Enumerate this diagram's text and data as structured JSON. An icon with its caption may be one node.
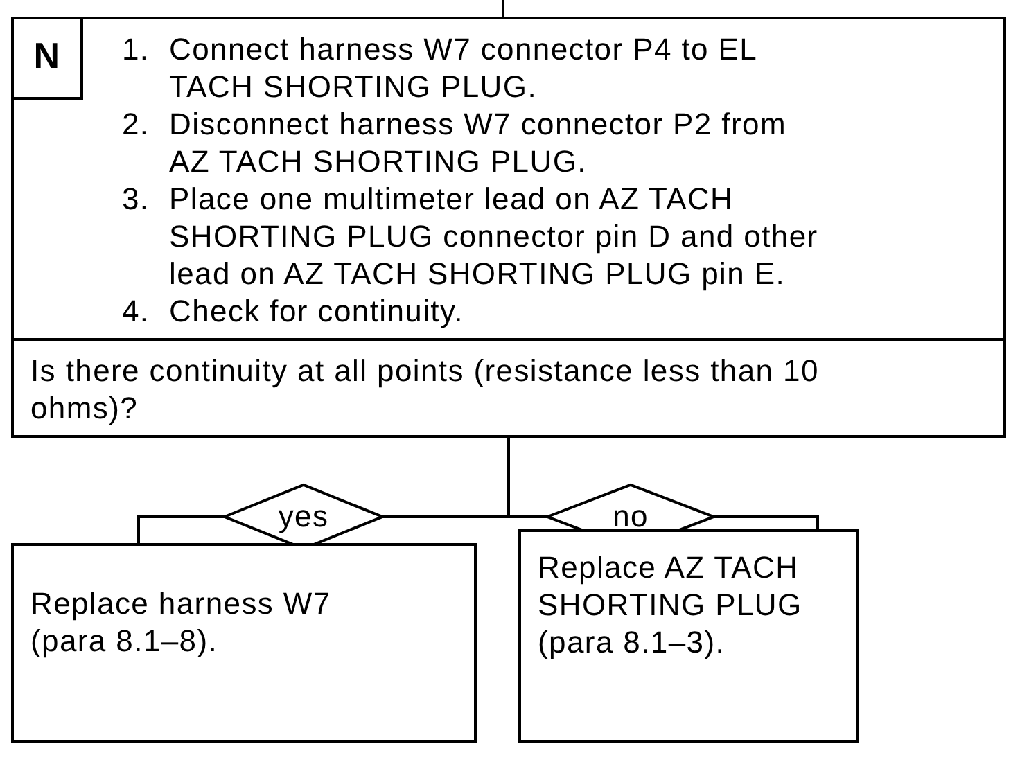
{
  "diagram": {
    "nodes": [
      {
        "text": [
          "1.",
          "Connect harness W7 connector P4 to EL TACH SHORTING PLUG.",
          "2.",
          "Disconnect harness W7 connector P2 from AZ TACH SHORTING PLUG.",
          "3.",
          "Place one multimeter lead on AZ TACH SHORTING PLUG connector pin D and other lead on AZ TACH SHORTING PLUG pin E.",
          "4.",
          "Check for continuity."
        ]
      },
      {
        "text": [
          "N"
        ],
        "in": 0
      },
      {
        "text": [
          "Is there continuity at all points (resistance less than 10 ohms)?"
        ]
      },
      {
        "text": [
          "yes"
        ]
      },
      {
        "text": [
          "no"
        ]
      },
      {
        "text": [
          "Replace harness W7 (para 8.1–8)."
        ]
      },
      {
        "text": [
          "Replace AZ TACH SHORTING PLUG (para 8.1–3)."
        ]
      }
    ],
    "edges": [
      {
        "from": null,
        "to": 0,
        "arrow": "none"
      },
      {
        "from": 2,
        "to": 3,
        "arrow": "none"
      },
      {
        "from": 3,
        "to": 5,
        "arrow": "none"
      },
      {
        "from": 2,
        "to": 4,
        "arrow": "none"
      },
      {
        "from": 4,
        "to": 6,
        "arrow": "none"
      }
    ]
  }
}
